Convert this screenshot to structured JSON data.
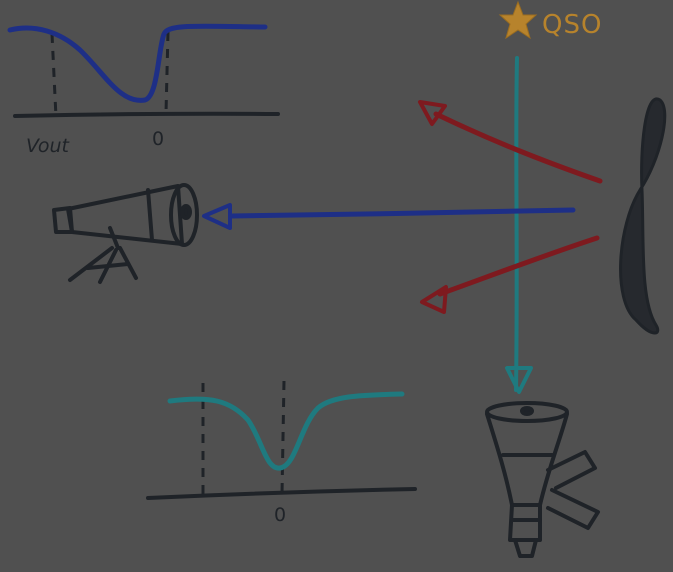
{
  "labels": {
    "qso": "QSO",
    "v_out": "Vout",
    "zero_top": "0",
    "zero_bottom": "0"
  },
  "icons": {
    "star": "star-icon",
    "telescope": "telescope-icon",
    "galaxy_edge_on": "galaxy-edge-icon",
    "funnel_telescope": "funnel-telescope-icon"
  },
  "colors": {
    "background": "#505050",
    "axis": "#1f2328",
    "top_profile": "#1e2f86",
    "bottom_profile": "#1f7a7f",
    "qso": "#b7832c",
    "blue_arrow": "#1e2f86",
    "red_arrow": "#7e1a1f",
    "vertical_sightline": "#1f7a7f",
    "ink_black": "#1f2328"
  }
}
